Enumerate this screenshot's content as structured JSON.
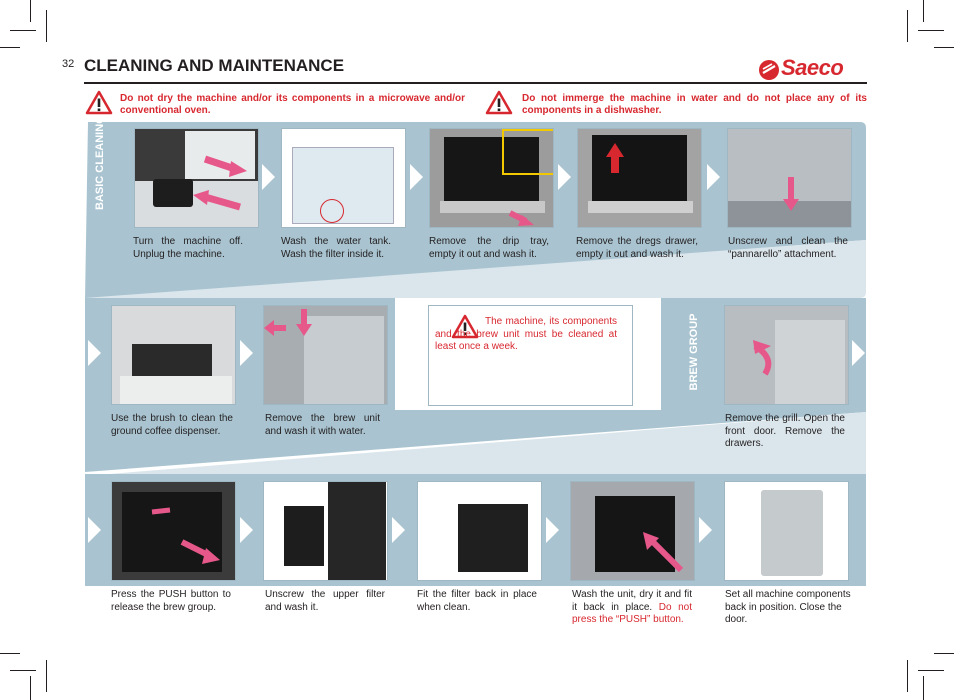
{
  "page": {
    "number": "32",
    "title": "CLEANING AND MAINTENANCE",
    "brand": "Saeco"
  },
  "warnings": [
    "Do not dry the machine and/or its components in a microwave and/or conventional oven.",
    "Do not immerge the machine in water and do not place any of its components in a dishwasher."
  ],
  "sections": {
    "basic_cleaning": "BASIC CLEANING",
    "brew_group": "BREW GROUP"
  },
  "row1": [
    "Turn the machine off. Unplug the machine.",
    "Wash the water tank. Wash the filter inside it.",
    "Remove the drip tray, empty it out and wash it.",
    "Remove the dregs drawer, empty it out and wash it.",
    "Unscrew and clean the “pannarello” attachment."
  ],
  "row2": [
    "Use the brush to clean the ground coffee dispenser.",
    "Remove the brew unit and wash it with water.",
    "Remove the grill. Open the front door. Remove the drawers."
  ],
  "note": "The machine, its components and the brew unit must be cleaned at least once a week.",
  "row3": [
    "Press the PUSH button to release the brew group.",
    "Unscrew the upper filter and wash it.",
    "Fit the filter back in place when clean.",
    "Set all machine components back in position. Close the door."
  ],
  "row3_step4": {
    "text": "Wash the unit, dry it and fit it back in place.",
    "red": "Do not press the “PUSH” button."
  },
  "icons": [
    "warning-triangle-icon",
    "arrow-icon",
    "chevron-right-icon"
  ],
  "colors": {
    "accent": "#d7282f",
    "band": "#a9c4d0",
    "text": "#231f20"
  }
}
